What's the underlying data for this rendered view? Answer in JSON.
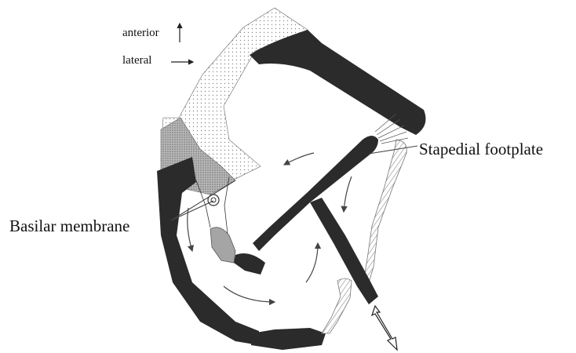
{
  "orientation": {
    "anterior_label": "anterior",
    "lateral_label": "lateral"
  },
  "labels": {
    "stapedial_footplate": "Stapedial footplate",
    "basilar_membrane": "Basilar membrane"
  },
  "colors": {
    "bone": "#2b2b2b",
    "stipple": "#9a9a9a",
    "background": "#ffffff",
    "flow_arrow": "#444444"
  }
}
